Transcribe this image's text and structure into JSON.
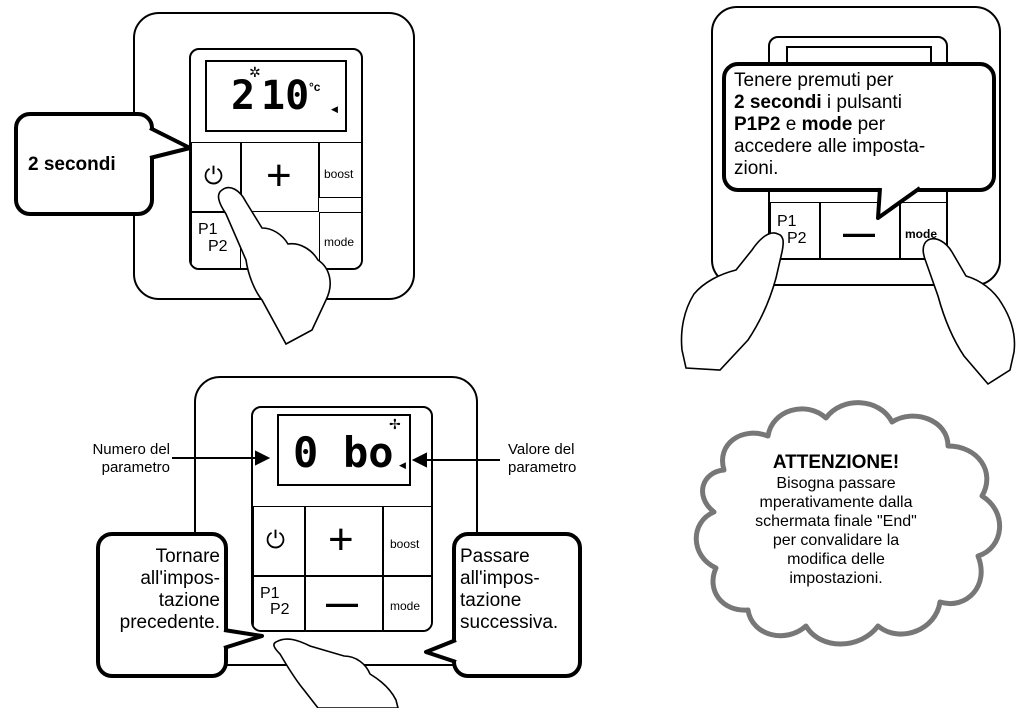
{
  "panel1": {
    "display_main": "2",
    "display_temp": "10",
    "display_unit": "°c",
    "btn_plus": "+",
    "btn_boost": "boost",
    "btn_mode": "mode",
    "btn_p1": "P1",
    "btn_p2": "P2",
    "callout": "2 secondi"
  },
  "panel2": {
    "callout_lines": [
      {
        "text": "Tenere premuti per",
        "bold": false
      },
      {
        "text": "2 secondi",
        "bold": true,
        "suffix": " i pulsanti"
      },
      {
        "text": "P1P2",
        "bold": true,
        "middle": " e ",
        "text2": "mode",
        "suffix": " per"
      },
      {
        "text": "accedere alle imposta-",
        "bold": false
      },
      {
        "text": "zioni.",
        "bold": false
      }
    ],
    "btn_minus": "—",
    "btn_mode": "mode",
    "btn_p1": "P1",
    "btn_p2": "P2"
  },
  "panel3": {
    "display_num": "0",
    "display_val": "bo",
    "label_left": [
      "Numero del",
      "parametro"
    ],
    "label_right": [
      "Valore del",
      "parametro"
    ],
    "btn_plus": "+",
    "btn_minus": "—",
    "btn_boost": "boost",
    "btn_mode": "mode",
    "btn_p1": "P1",
    "btn_p2": "P2",
    "callout_left": [
      "Tornare",
      "all'impos-",
      "tazione",
      "precedente."
    ],
    "callout_right": [
      "Passare",
      "all'impos-",
      "tazione",
      "successiva."
    ]
  },
  "panel4": {
    "title": "ATTENZIONE!",
    "lines": [
      "Bisogna passare",
      "mperativamente dalla",
      "schermata finale \"End\"",
      "per convalidare la",
      "modifica delle",
      "impostazioni."
    ]
  },
  "icons": [
    "sun-icon",
    "power-icon",
    "fan-icon",
    "pointing-hand-icon",
    "speaker-icon"
  ]
}
